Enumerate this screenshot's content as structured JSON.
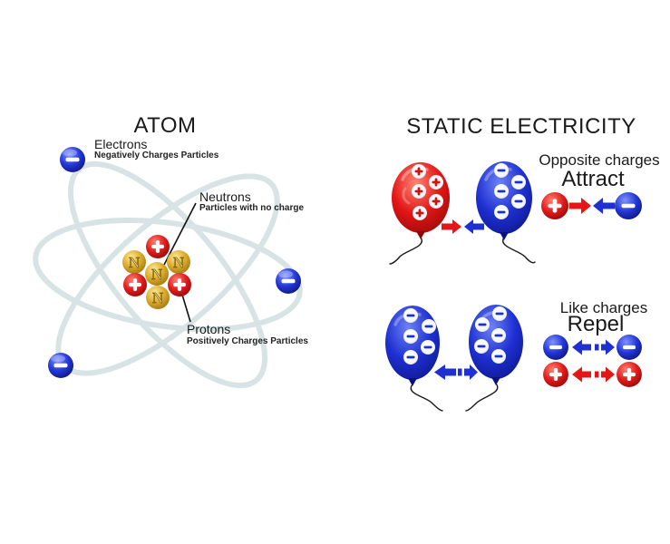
{
  "atom": {
    "title": "ATOM",
    "neutron_letter": "N",
    "electrons": {
      "label": "Electrons",
      "description": "Negatively Charges Particles"
    },
    "neutrons": {
      "label": "Neutrons",
      "description": "Particles with no charge"
    },
    "protons": {
      "label": "Protons",
      "description": "Positively Charges Particles"
    }
  },
  "static_electricity": {
    "title": "STATIC ELECTRICITY",
    "attract": {
      "heading": "Opposite charges",
      "action": "Attract"
    },
    "repel": {
      "heading": "Like charges",
      "action": "Repel"
    }
  },
  "symbols": {
    "positive": "+",
    "negative": "−"
  },
  "colors": {
    "positive_red": "#e31717",
    "negative_blue": "#1e30d2",
    "neutron_gold": "#d9a92c",
    "orbit_gray": "#d8e3e6",
    "background": "#ffffff"
  }
}
